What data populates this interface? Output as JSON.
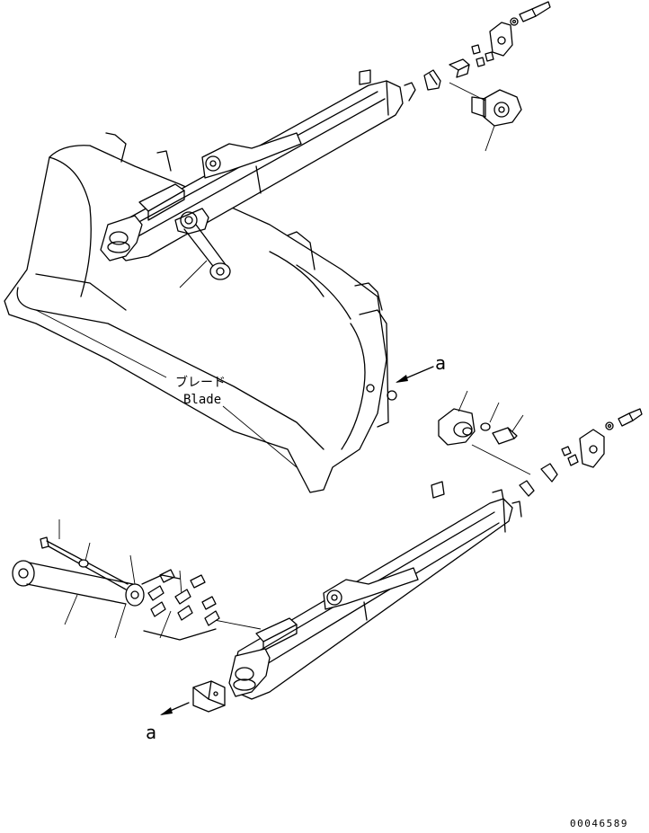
{
  "labels": {
    "blade_jp": "ブレード",
    "blade_en": "Blade",
    "detail_a_top": "a",
    "detail_a_bottom": "a",
    "drawing_number": "00046589"
  }
}
